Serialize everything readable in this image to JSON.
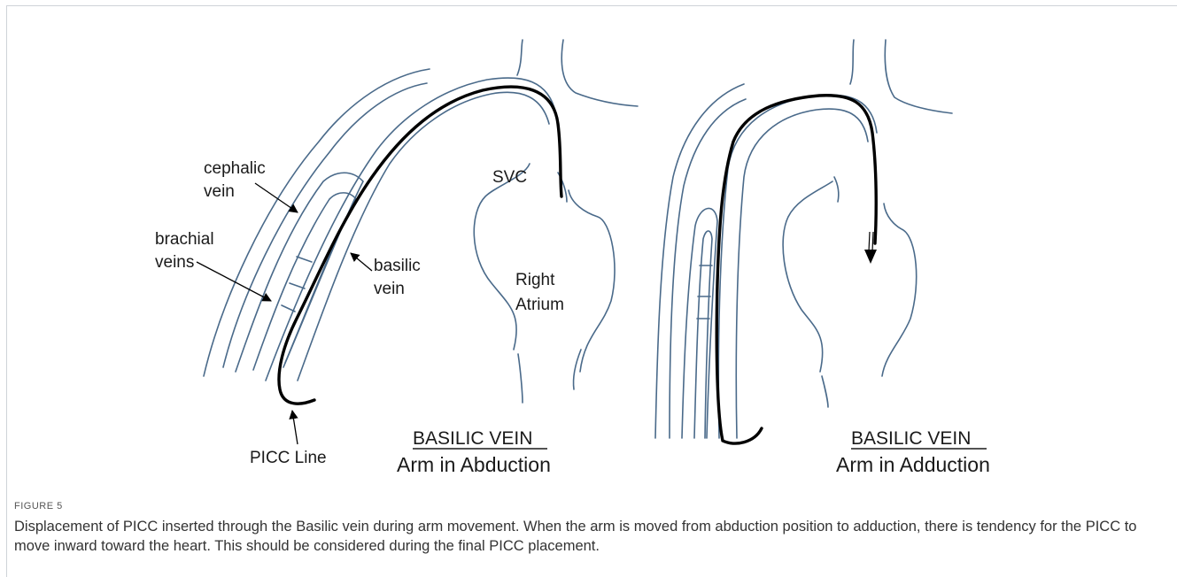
{
  "left_panel": {
    "labels": {
      "cephalic": [
        "cephalic",
        "vein"
      ],
      "brachial": [
        "brachial",
        "veins"
      ],
      "basilic": [
        "basilic",
        "vein"
      ],
      "svc": "SVC",
      "right_atrium": [
        "Right",
        "Atrium"
      ],
      "picc_line": "PICC Line"
    },
    "title": "BASILIC VEIN",
    "subtitle": "Arm in Abduction"
  },
  "right_panel": {
    "title": "BASILIC VEIN",
    "subtitle": "Arm in Adduction"
  },
  "caption": {
    "label": "FIGURE 5",
    "text": "Displacement of PICC inserted through the Basilic vein during arm movement. When the arm is moved from abduction position to adduction, there is tendency for the PICC to move inward toward the heart. This should be considered during the final PICC placement."
  },
  "colors": {
    "vessel": "#4a6a8a",
    "catheter": "#000000",
    "text": "#1a1a1a"
  }
}
